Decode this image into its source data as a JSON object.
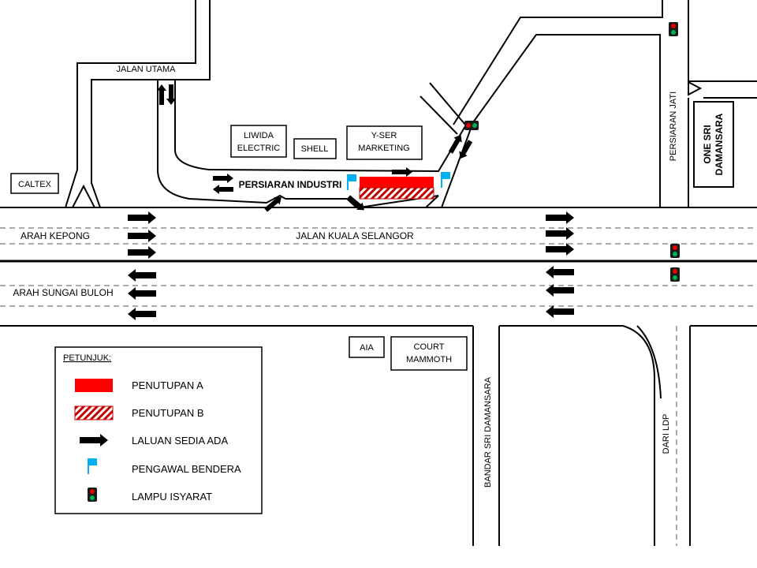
{
  "streets": {
    "jalan_utama": "JALAN UTAMA",
    "persiaran_industri": "PERSIARAN INDUSTRI",
    "jalan_kuala_selangor": "JALAN KUALA SELANGOR",
    "arah_kepong": "ARAH KEPONG",
    "arah_sungai_buloh": "ARAH SUNGAI BULOH",
    "persiaran_jati": "PERSIARAN JATI",
    "bandar_sri_damansara": "BANDAR SRI DAMANSARA",
    "dari_ldp": "DARI LDP"
  },
  "buildings": {
    "caltex": "CALTEX",
    "liwida_line1": "LIWIDA",
    "liwida_line2": "ELECTRIC",
    "shell": "SHELL",
    "yser_line1": "Y-SER",
    "yser_line2": "MARKETING",
    "one_sri_line1": "ONE SRI",
    "one_sri_line2": "DAMANSARA",
    "aia": "AIA",
    "court_line1": "COURT",
    "court_line2": "MAMMOTH"
  },
  "legend": {
    "title": "PETUNJUK:",
    "penutupan_a": "PENUTUPAN A",
    "penutupan_b": "PENUTUPAN B",
    "laluan": "LALUAN SEDIA ADA",
    "pengawal": "PENGAWAL BENDERA",
    "lampu": "LAMPU ISYARAT"
  },
  "colors": {
    "closure_a": "#ff0000",
    "closure_b_stripe": "#c00000",
    "flag": "#00b0f0",
    "arrow": "#000000"
  }
}
